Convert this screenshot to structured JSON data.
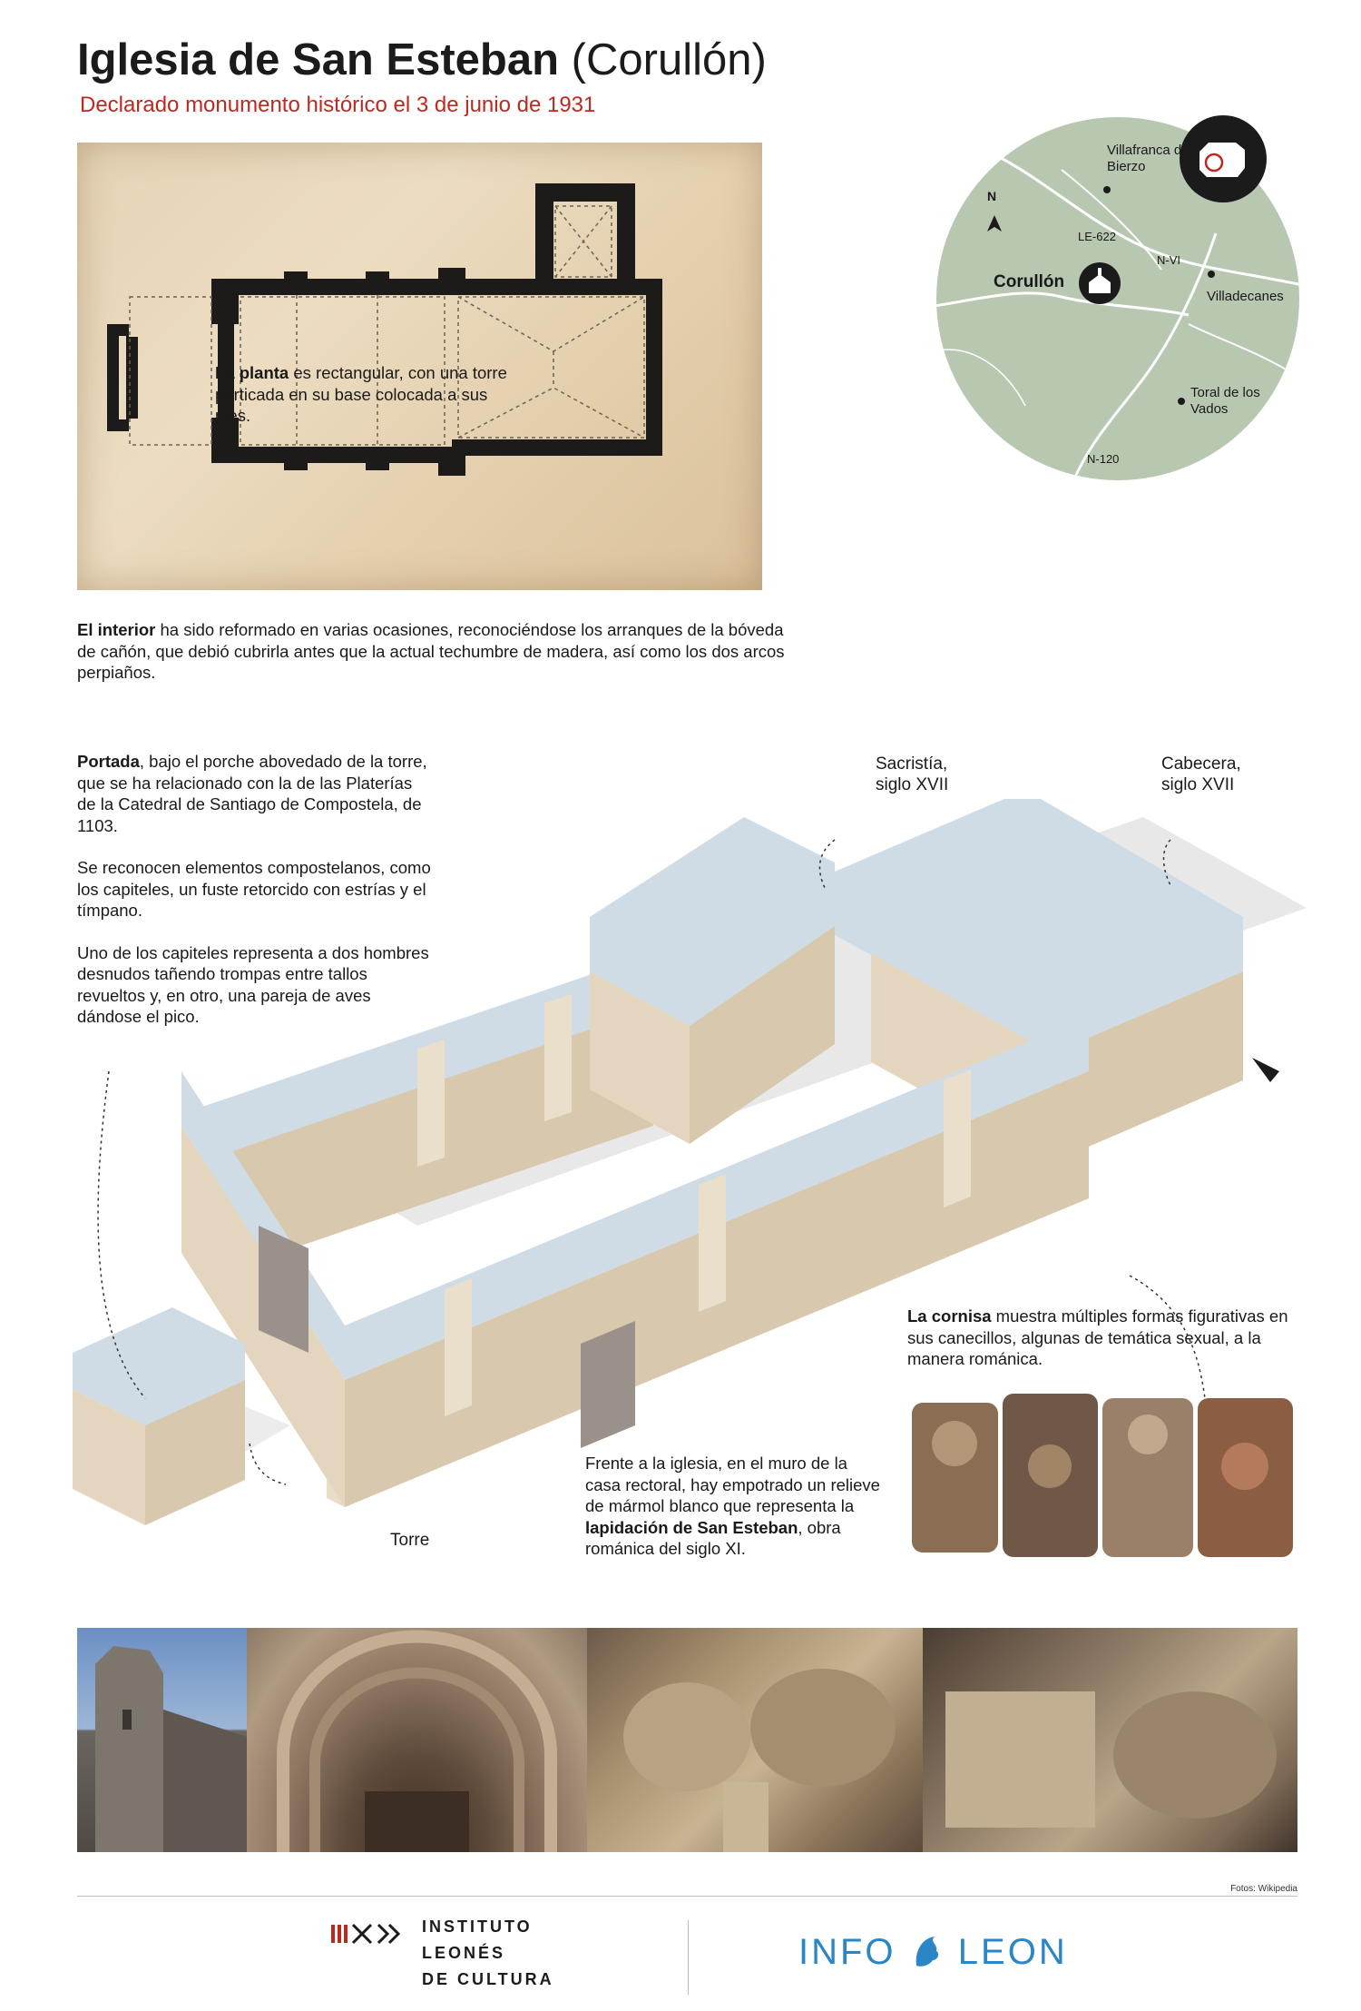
{
  "header": {
    "title_main": "Iglesia de San Esteban",
    "title_paren": "(Corullón)",
    "subtitle": "Declarado monumento histórico el 3 de junio de 1931"
  },
  "plan": {
    "caption_bold": "La planta",
    "caption_rest": " es rectangular, con una torre porticada en su base colocada a sus pies."
  },
  "map": {
    "north": "N",
    "places": {
      "villafranca": "Villafranca del Bierzo",
      "corullon": "Corullón",
      "villadecanes": "Villadecanes",
      "toral": "Toral de los Vados"
    },
    "roads": {
      "le622": "LE-622",
      "nvi": "N-VI",
      "n120": "N-120"
    }
  },
  "interior": {
    "bold": "El interior",
    "rest": " ha sido reformado en varias ocasiones, reconociéndose los arranques de la bóveda de cañón, que debió cubrirla antes que la actual techumbre de madera, así como los dos arcos perpiaños."
  },
  "portada": {
    "p1_bold": "Portada",
    "p1_rest": ", bajo el porche abovedado de la torre, que se ha relacionado con la de las Platerías de la Catedral de Santiago de Compostela, de 1103.",
    "p2": "Se reconocen elementos compostelanos, como los capiteles, un fuste retorcido con estrías y el tímpano.",
    "p3": "Uno de los capiteles representa a dos hombres desnudos tañendo trompas entre tallos revueltos y, en otro, una pareja de aves dándose el pico."
  },
  "labels": {
    "sacristia": "Sacristía, siglo XVII",
    "cabecera": "Cabecera, siglo XVII",
    "torre": "Torre"
  },
  "cornisa": {
    "bold": "La cornisa",
    "rest": " muestra múltiples formas figurativas en sus canecillos, algunas de temática sexual, a la manera románica."
  },
  "frente": {
    "pre": "Frente a la iglesia, en el muro de la casa rectoral, hay empotrado un relieve de mármol blanco que representa la ",
    "bold": "lapidación de San Esteban",
    "post": ", obra románica del siglo XI."
  },
  "footer": {
    "credit": "Fotos: Wikipedia",
    "ilc": [
      "INSTITUTO",
      "LEONÉS",
      "DE CULTURA"
    ],
    "infoleon_left": "INFO",
    "infoleon_right": "LEON"
  },
  "colors": {
    "accent_red": "#c0281f",
    "map_fill": "#b7c7b0",
    "wall_face": "#d8c8ae",
    "wall_top": "#cfdce6",
    "infoleon_blue": "#2a86c7"
  }
}
